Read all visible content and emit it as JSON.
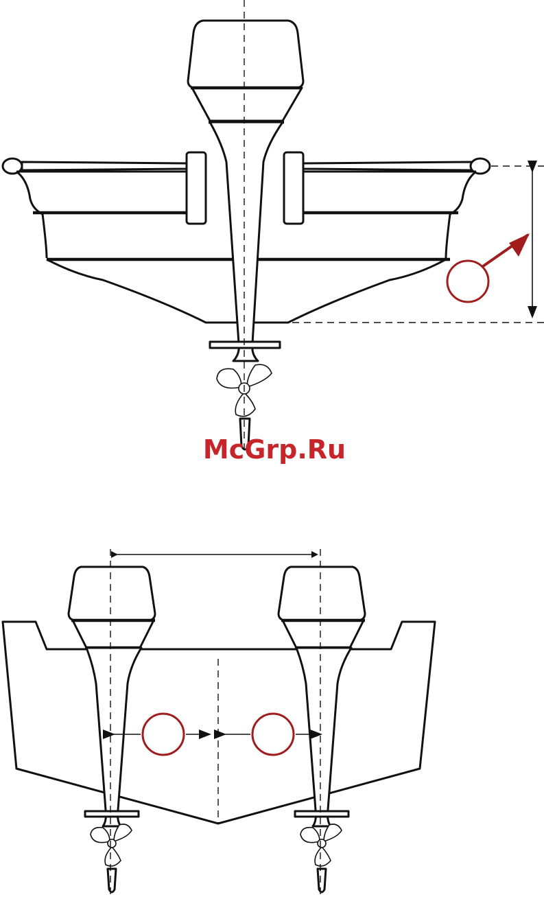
{
  "watermark": {
    "text": "McGrp.Ru",
    "color": "#c6262a"
  },
  "colors": {
    "line": "#111111",
    "marker": "#a11c1c",
    "background": "#ffffff"
  },
  "figures": [
    {
      "name": "single-engine-transom-height",
      "markers": [
        {
          "shape": "circle",
          "label": ""
        }
      ]
    },
    {
      "name": "twin-engine-spacing",
      "markers": [
        {
          "shape": "circle",
          "label": ""
        },
        {
          "shape": "circle",
          "label": ""
        }
      ]
    }
  ]
}
